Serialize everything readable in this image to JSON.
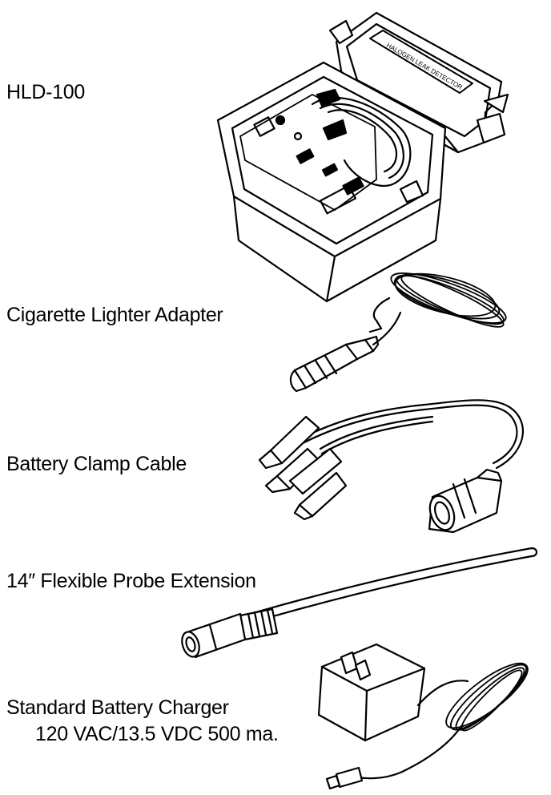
{
  "items": [
    {
      "label": "HLD-100",
      "icon": "leak-detector-case-icon"
    },
    {
      "label": "Cigarette Lighter Adapter",
      "icon": "lighter-adapter-icon"
    },
    {
      "label": "Battery Clamp Cable",
      "icon": "battery-clamp-icon"
    },
    {
      "label": "14″ Flexible Probe Extension",
      "icon": "flexible-probe-icon"
    },
    {
      "label": "Standard Battery Charger",
      "sublabel": "120 VAC/13.5 VDC 500 ma.",
      "icon": "battery-charger-icon"
    }
  ],
  "case_lid_text": "HALOGEN LEAK DETECTOR",
  "colors": {
    "ink": "#000000",
    "paper": "#ffffff"
  }
}
